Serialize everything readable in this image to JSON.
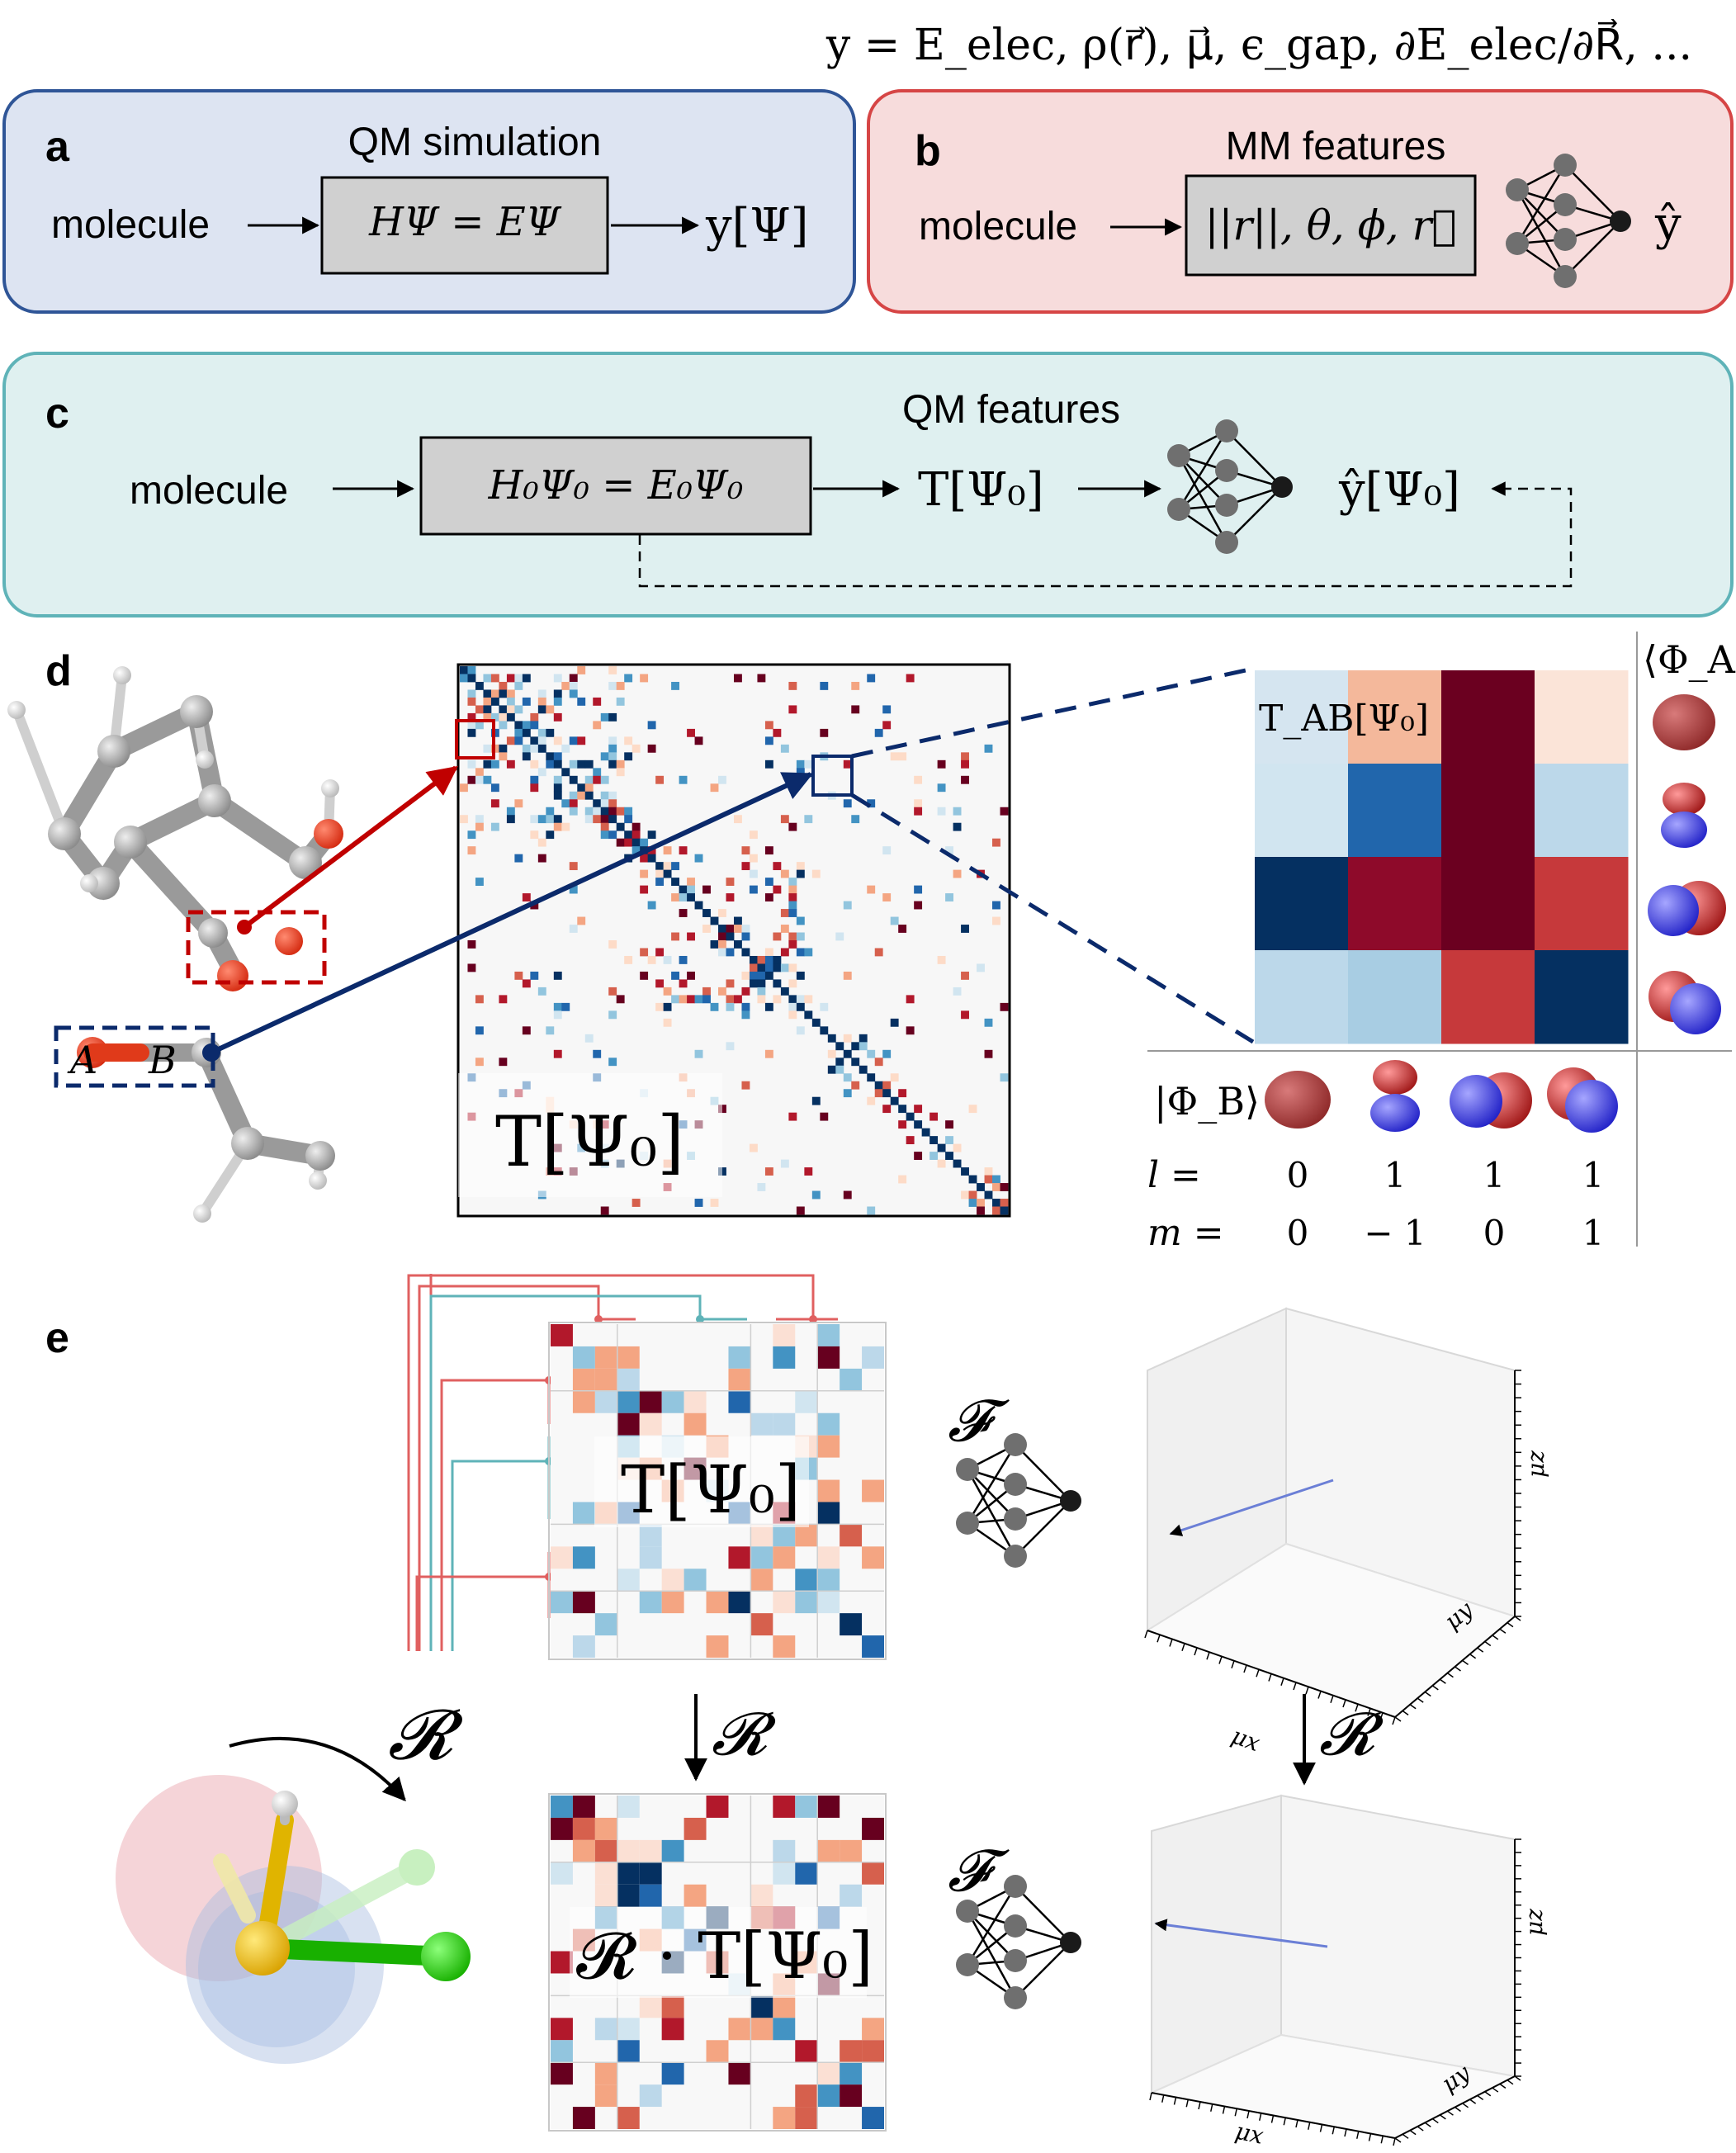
{
  "header": {
    "equation": "y = E_elec, ρ(r⃗), μ⃗, ϵ_gap, ∂E_elec/∂R⃗, ..."
  },
  "panel_a": {
    "letter": "a",
    "title": "QM simulation",
    "input": "molecule",
    "box": "HΨ = EΨ",
    "output": "y[Ψ]",
    "fill": "#dde4f2",
    "stroke": "#2f5597"
  },
  "panel_b": {
    "letter": "b",
    "title": "MM features",
    "input": "molecule",
    "box": "||r||, θ, ϕ, r⃗",
    "output": "ŷ",
    "fill": "#f7dcdc",
    "stroke": "#d64545"
  },
  "panel_c": {
    "letter": "c",
    "title": "QM features",
    "input": "molecule",
    "box": "H₀Ψ₀ = E₀Ψ₀",
    "features": "T[Ψ₀]",
    "output": "ŷ[Ψ₀]",
    "fill": "#dff0f0",
    "stroke": "#5fb3b8"
  },
  "panel_d": {
    "letter": "d",
    "atom_a": "A",
    "atom_b": "B",
    "matrix_label": "T[Ψ₀]",
    "block_label": "T_AB[Ψ₀]",
    "bra_label": "⟨Φ_A|",
    "ket_label": "|Φ_B⟩",
    "l_label": "l =",
    "m_label": "m =",
    "l_values": [
      "0",
      "1",
      "1",
      "1"
    ],
    "m_values": [
      "0",
      "− 1",
      "0",
      "1"
    ],
    "block_colors": [
      [
        "#d5e5f0",
        "#f4b89b",
        "#6b0020",
        "#fbe4d8"
      ],
      [
        "#d1e5f0",
        "#2166ac",
        "#6b0020",
        "#bcd8ea"
      ],
      [
        "#053061",
        "#8e0a2a",
        "#6b0020",
        "#c6393b"
      ],
      [
        "#bcd8ea",
        "#a8cde3",
        "#c6393b",
        "#053061"
      ]
    ]
  },
  "panel_e": {
    "letter": "e",
    "op_R": "𝓡",
    "op_F": "𝓕",
    "matrix_top": "T[Ψ₀]",
    "matrix_bottom": "𝓡 · T[Ψ₀]",
    "axis_x": "μx",
    "axis_y": "μy",
    "axis_z": "μz"
  }
}
